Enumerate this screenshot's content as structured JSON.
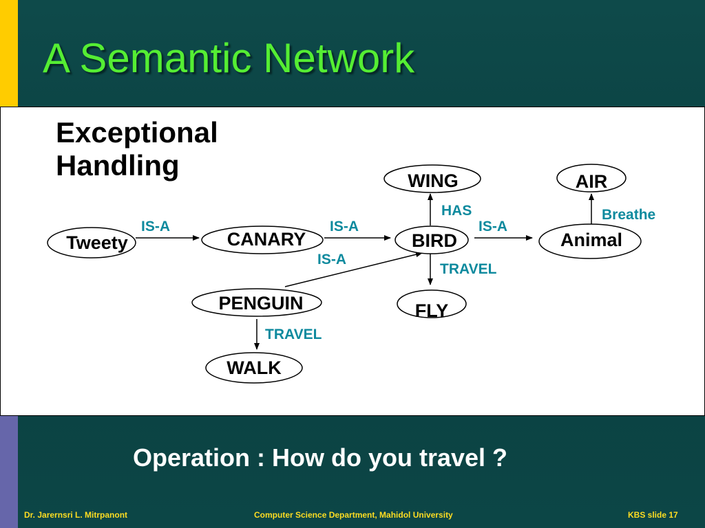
{
  "slide": {
    "title": "A Semantic Network",
    "heading_line1": "Exceptional",
    "heading_line2": "Handling",
    "question": "Operation :  How do you travel ?",
    "footer_left": "Dr. Jarernsri L. Mitrpanont",
    "footer_center": "Computer Science Department, Mahidol University",
    "footer_right": "KBS  slide  17"
  },
  "colors": {
    "title": "#55ee33",
    "edge_label": "#0e8a9e",
    "footer": "#ffdd22",
    "accent_top": "#ffcc00",
    "accent_bottom": "#6666aa"
  },
  "diagram": {
    "nodes": [
      {
        "id": "tweety",
        "label": "Tweety"
      },
      {
        "id": "canary",
        "label": "CANARY"
      },
      {
        "id": "bird",
        "label": "BIRD"
      },
      {
        "id": "wing",
        "label": "WING"
      },
      {
        "id": "fly",
        "label": "FLY"
      },
      {
        "id": "animal",
        "label": "Animal"
      },
      {
        "id": "air",
        "label": "AIR"
      },
      {
        "id": "penguin",
        "label": "PENGUIN"
      },
      {
        "id": "walk",
        "label": "WALK"
      }
    ],
    "edges": [
      {
        "from": "tweety",
        "to": "canary",
        "label": "IS-A"
      },
      {
        "from": "canary",
        "to": "bird",
        "label": "IS-A"
      },
      {
        "from": "bird",
        "to": "animal",
        "label": "IS-A"
      },
      {
        "from": "bird",
        "to": "wing",
        "label": "HAS"
      },
      {
        "from": "bird",
        "to": "fly",
        "label": "TRAVEL"
      },
      {
        "from": "animal",
        "to": "air",
        "label": "Breathe"
      },
      {
        "from": "penguin",
        "to": "bird",
        "label": "IS-A"
      },
      {
        "from": "penguin",
        "to": "walk",
        "label": "TRAVEL"
      }
    ]
  }
}
